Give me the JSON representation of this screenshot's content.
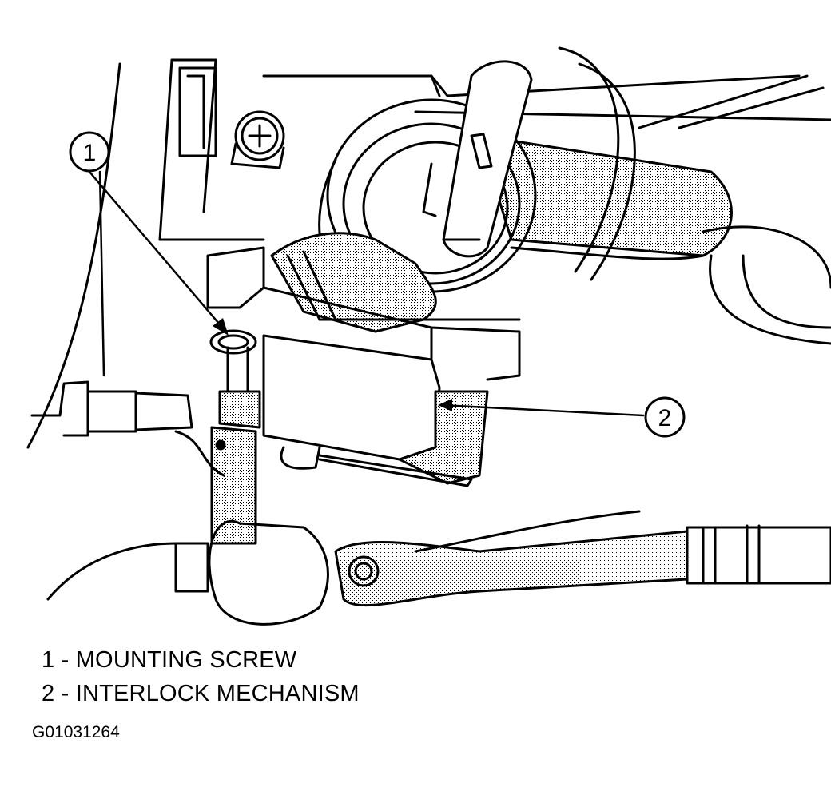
{
  "callouts": {
    "one": {
      "number": "1"
    },
    "two": {
      "number": "2"
    }
  },
  "legend": [
    {
      "text": "1 - MOUNTING SCREW"
    },
    {
      "text": "2 - INTERLOCK MECHANISM"
    }
  ],
  "figure_id": "G01031264",
  "colors": {
    "line": "#000000",
    "background": "#ffffff",
    "shading": "stipple-gray"
  }
}
